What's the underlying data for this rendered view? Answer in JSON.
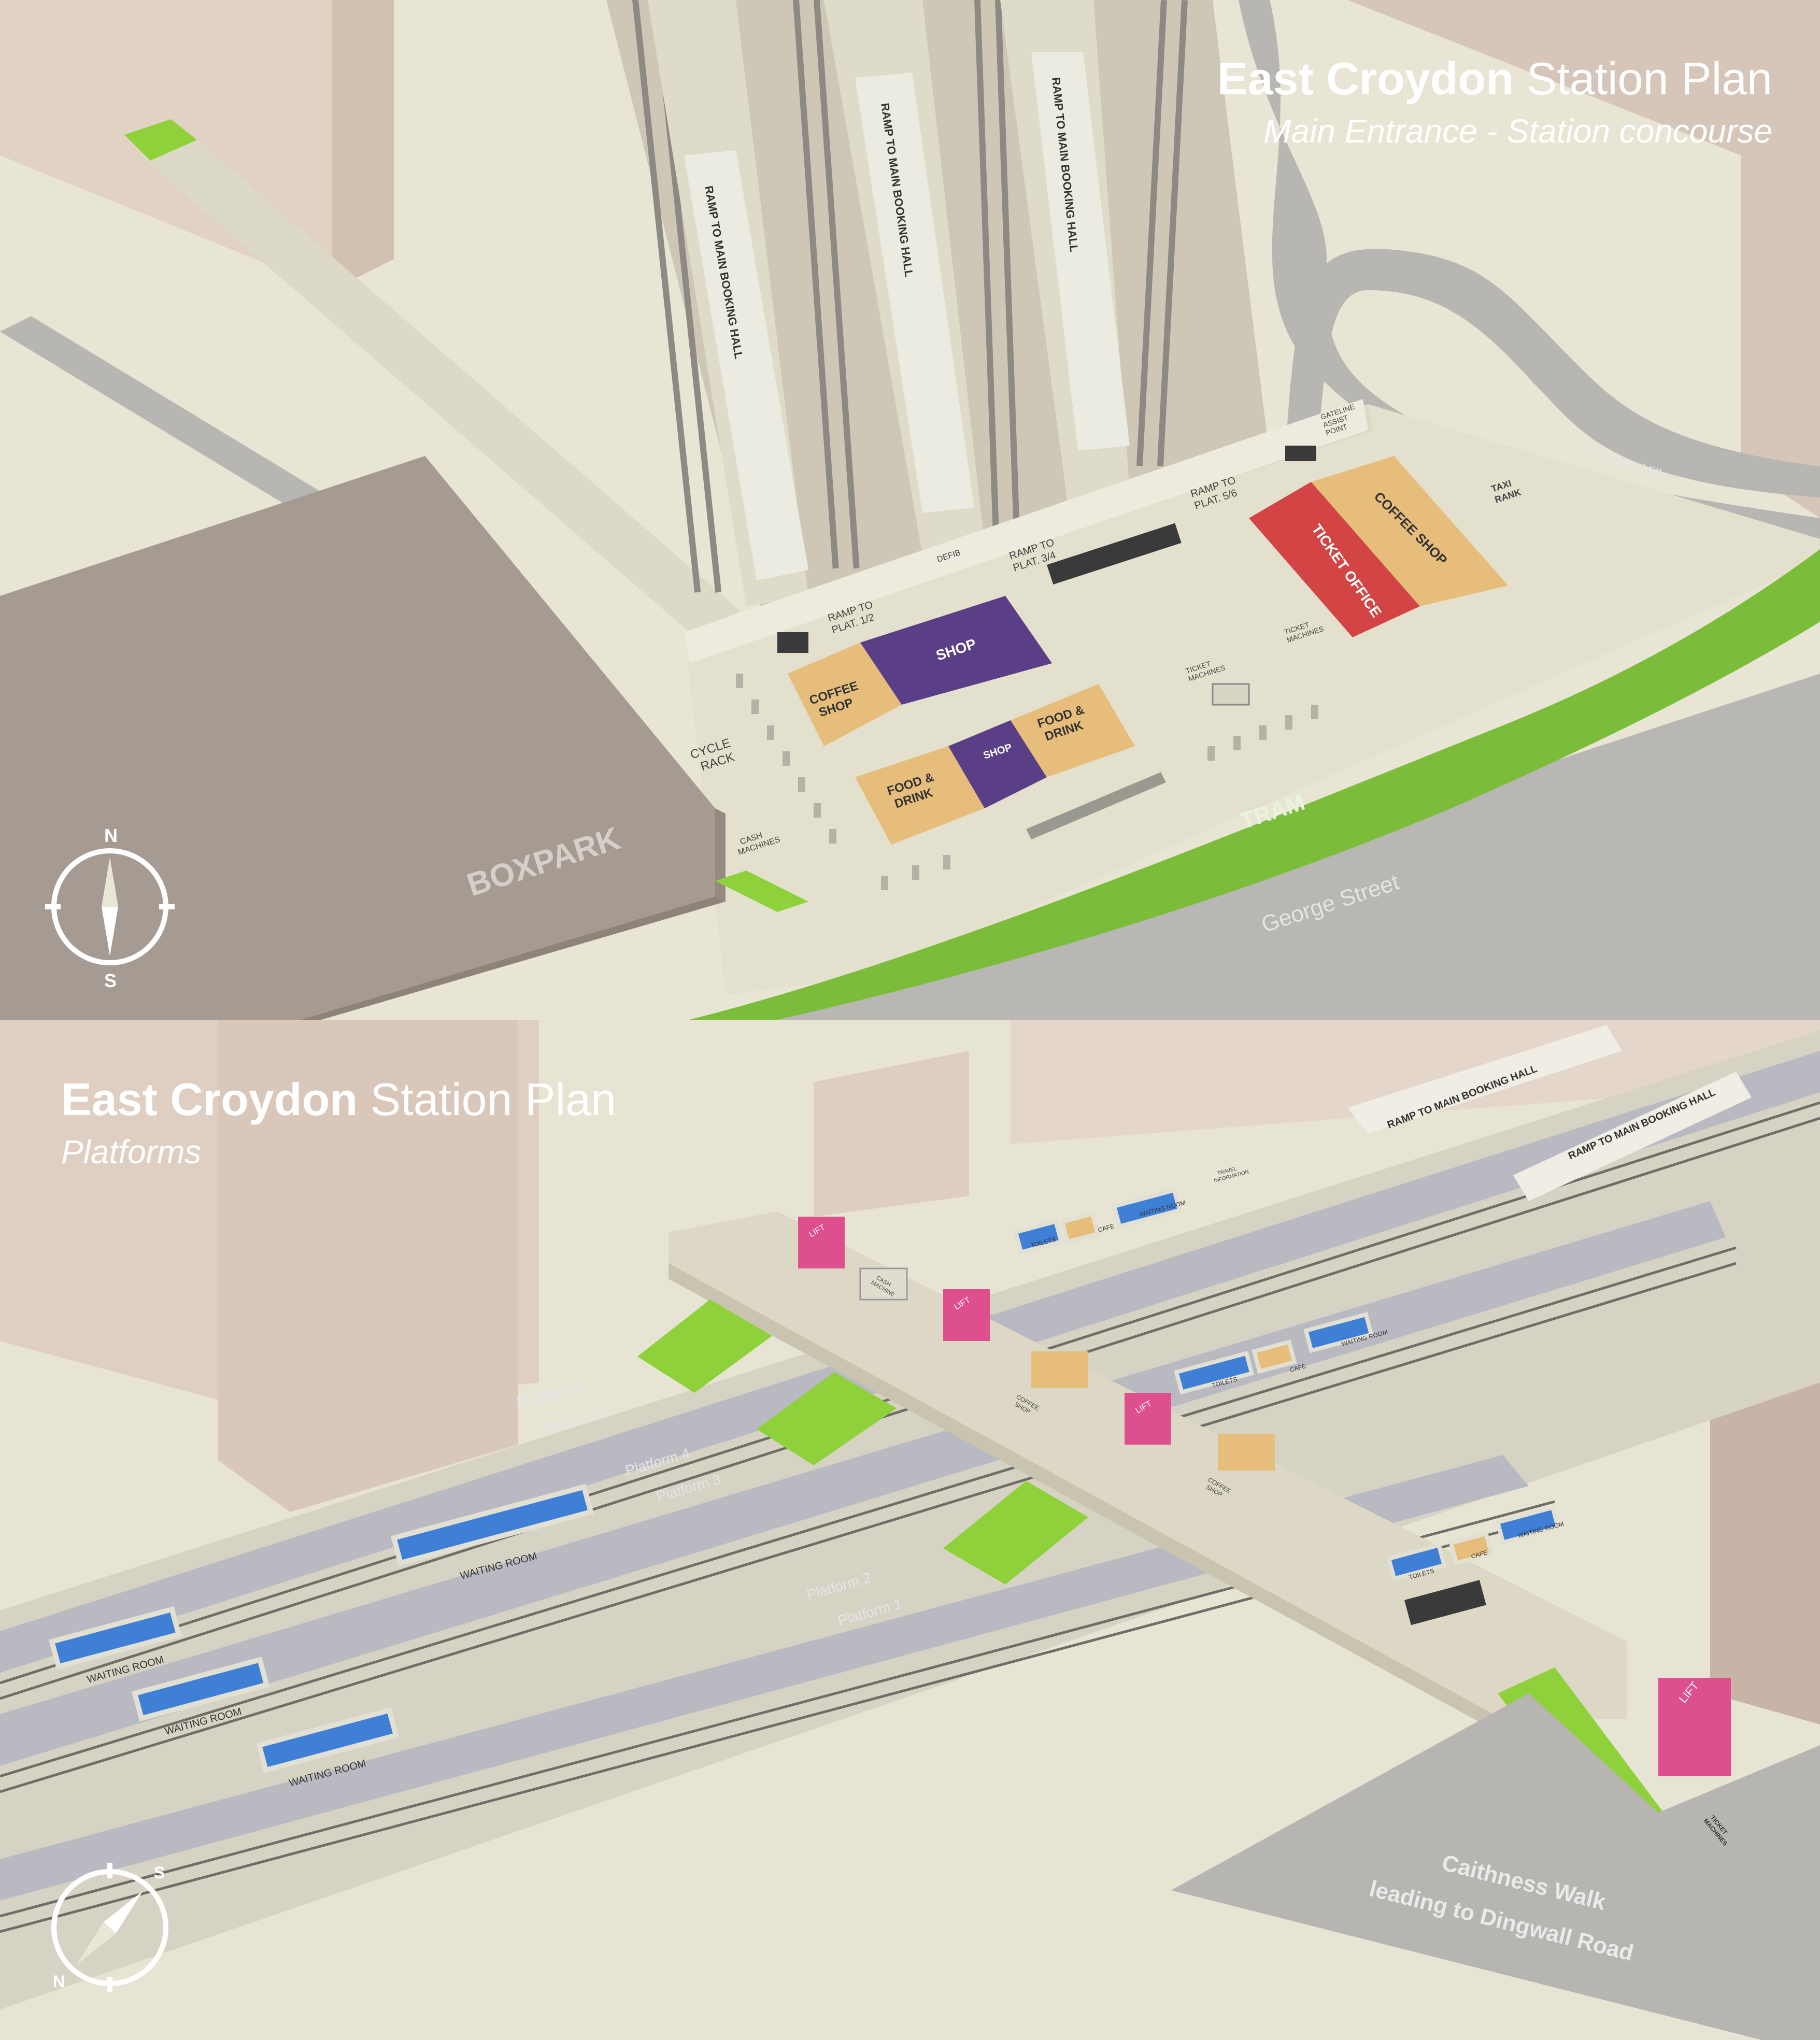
{
  "top_panel": {
    "title_bold": "East Croydon",
    "title_rest": "Station Plan",
    "subtitle": "Main Entrance - Station concourse",
    "compass": {
      "north": "N",
      "south": "S"
    },
    "labels": {
      "ramp_main_hall": "RAMP TO MAIN BOOKING HALL",
      "ramp_plat_12": [
        "RAMP TO",
        "PLAT. 1/2"
      ],
      "ramp_plat_34": [
        "RAMP TO",
        "PLAT. 3/4"
      ],
      "ramp_plat_56": [
        "RAMP TO",
        "PLAT. 5/6"
      ],
      "defib": "DEFIB",
      "gateline_assistance": [
        "GATELINE",
        "ASSIST",
        "POINT"
      ],
      "taxi_rank": [
        "TAXI",
        "RANK"
      ],
      "billington_hill": "Billington Hill",
      "ticket_office": "TICKET OFFICE",
      "coffee_shop_right": "COFFEE SHOP",
      "ticket_machines_1": [
        "TICKET",
        "MACHINES"
      ],
      "ticket_machines_2": [
        "TICKET",
        "MACHINES"
      ],
      "shop_1": "SHOP",
      "coffee_shop_left": [
        "COFFEE",
        "SHOP"
      ],
      "food_drink_1": [
        "FOOD &",
        "DRINK"
      ],
      "shop_2": "SHOP",
      "food_drink_2": [
        "FOOD &",
        "DRINK"
      ],
      "cycle_rack": [
        "CYCLE",
        "RACK"
      ],
      "cash_machines": [
        "CASH",
        "MACHINES"
      ],
      "boxpark": "BOXPARK",
      "tram": "TRAM",
      "george_street": "George Street"
    }
  },
  "bottom_panel": {
    "title_bold": "East Croydon",
    "title_rest": "Station Plan",
    "subtitle": "Platforms",
    "compass": {
      "north": "N",
      "south": "S"
    },
    "labels": {
      "ramp_main_hall_1": "RAMP TO MAIN BOOKING HALL",
      "ramp_main_hall_2": "RAMP TO MAIN BOOKING HALL",
      "platform_1": "Platform 1",
      "platform_2": "Platform 2",
      "platform_3": "Platform 3",
      "platform_4": "Platform 4",
      "platform_5": "Platform 5",
      "platform_6": "Platform 6",
      "waiting_room": "WAITING ROOM",
      "toilets": "TOILETS",
      "cafe": "CAFE",
      "lift": "LIFT",
      "coffee_shop": [
        "COFFEE",
        "SHOP"
      ],
      "cash_machine": [
        "CASH",
        "MACHINE"
      ],
      "travel_information": [
        "TRAVEL",
        "INFORMATION"
      ],
      "ticket_machines": [
        "TICKET",
        "MACHINES"
      ],
      "caithness_walk": "Caithness Walk",
      "dingwall_road": "leading to Dingwall Road"
    }
  },
  "colors": {
    "ground": "#e9e6d6",
    "building": "#dccfc2",
    "boxpark": "#a69b93",
    "road": "#b8b7b3",
    "platform": "#b8b8c0",
    "tram": "#7bbc3a",
    "stairs": "#8ed13a",
    "ticket_office": "#d34545",
    "food": "#e7bd7c",
    "shop": "#5b3f86",
    "lift": "#de4f8e",
    "waiting_room": "#3f7fd6"
  }
}
